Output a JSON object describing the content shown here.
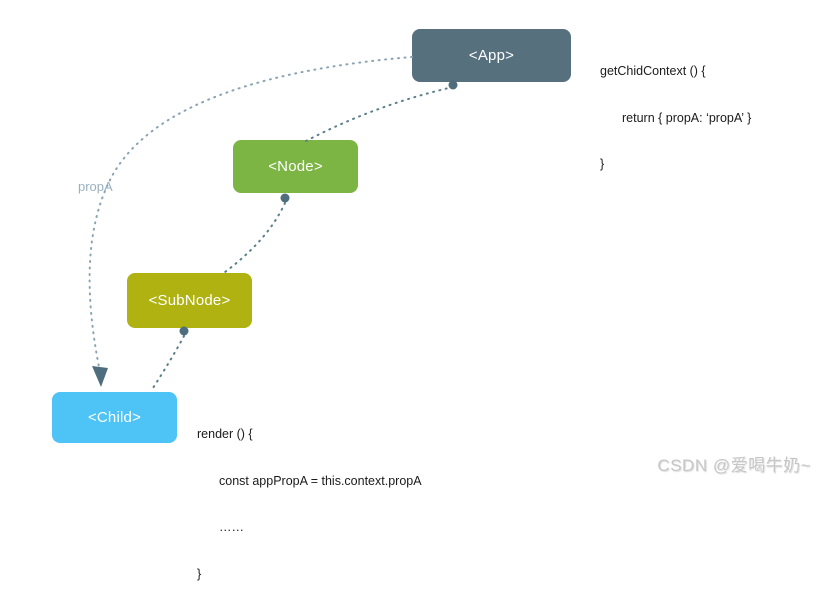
{
  "diagram": {
    "nodes": [
      {
        "id": "app",
        "label": "<App>",
        "color": "#56707E"
      },
      {
        "id": "node",
        "label": "<Node>",
        "color": "#7CB543"
      },
      {
        "id": "subnode",
        "label": "<SubNode>",
        "color": "#AFB211"
      },
      {
        "id": "child",
        "label": "<Child>",
        "color": "#4EC3F5"
      }
    ],
    "edge_label": "propA",
    "app_code": {
      "line1": "getChidContext () {",
      "line2": "return { propA: ‘propA’ }",
      "line3": "}"
    },
    "child_code": {
      "line1": "render () {",
      "line2": "const appPropA = this.context.propA",
      "line3": "……",
      "line4": "}"
    },
    "colors": {
      "connector": "#5B7E8A",
      "context_arc": "#8AA3B2",
      "anchor_dot": "#4E6E7E",
      "edge_label_text": "#99B1C2",
      "code_text": "#1B1B1B"
    }
  },
  "watermark": "CSDN @爱喝牛奶~"
}
